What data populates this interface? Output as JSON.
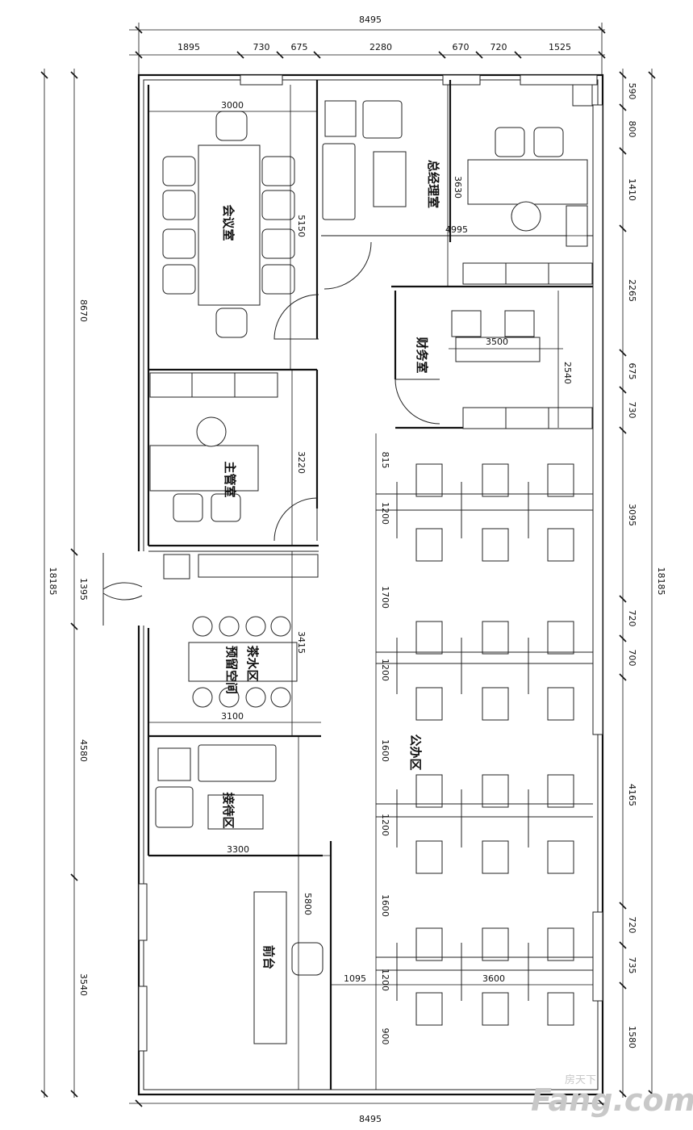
{
  "rooms": {
    "meeting": "会议室",
    "gm_office": "总经理室",
    "finance": "财务室",
    "supervisor": "主管室",
    "tea_area": "茶水区",
    "reserved": "预留空间",
    "office_area": "公办区",
    "reception_area": "接待区",
    "front_desk": "前台"
  },
  "dims": {
    "top_total": "8495",
    "bottom_total": "8495",
    "top": [
      "1895",
      "730",
      "675",
      "2280",
      "670",
      "720",
      "1525"
    ],
    "left_outer": [
      "8670",
      "18185"
    ],
    "left_inner": [
      "1395",
      "4580",
      "3540"
    ],
    "right_outer": [
      "18185"
    ],
    "right_inner": [
      "590",
      "800",
      "1410",
      "2265",
      "675",
      "730",
      "3095",
      "720",
      "700",
      "4165",
      "720",
      "735",
      "1580"
    ],
    "interior": {
      "meeting_w": "3000",
      "meeting_h": "5150",
      "gm_h": "3630",
      "gm_w": "4995",
      "finance_w": "3500",
      "finance_h": "2540",
      "supervisor_h": "3220",
      "tea_h": "3415",
      "tea_w": "3100",
      "reception_w": "3300",
      "front_h": "5800",
      "office_rows": [
        "815",
        "1200",
        "1700",
        "1200",
        "1600",
        "1200",
        "1600",
        "1200",
        "900"
      ],
      "bottom_gap": "1095",
      "bottom_w": "3600"
    }
  },
  "watermark": {
    "brand": "Fang.com",
    "sub": "房天下"
  }
}
